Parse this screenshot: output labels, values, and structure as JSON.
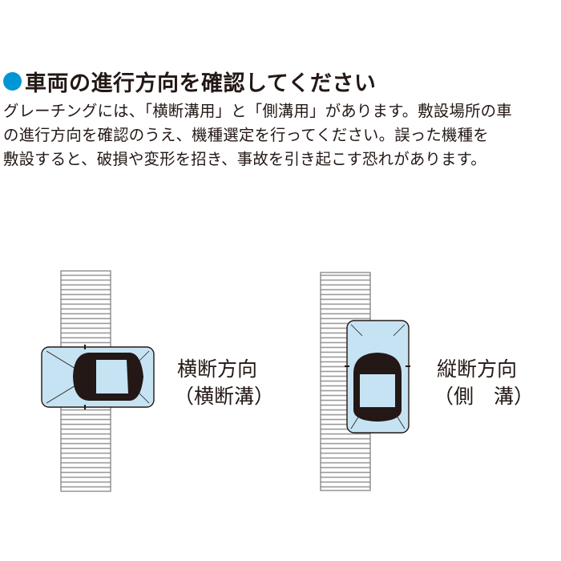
{
  "heading": "車両の進行方向を確認してください",
  "description_lines": [
    "グレーチングには、「横断溝用」と「側溝用」があります。敷設場所の車",
    "の進行方向を確認のうえ、機種選定を行ってください。誤った機種を",
    "敷設すると、破損や変形を招き、事故を引き起こす恐れがあります。"
  ],
  "left_diagram": {
    "line1": "横断方向",
    "line2": "（横断溝）"
  },
  "right_diagram": {
    "line1": "縦断方向",
    "line2": "（側　溝）"
  },
  "colors": {
    "bullet": "#0096d6",
    "car_body": "#c6e3f3",
    "car_roof": "#231815",
    "grating_line": "#9a9a9a",
    "text": "#231815"
  },
  "icons": [
    "bullet-circle-icon",
    "car-icon",
    "grating-icon"
  ]
}
